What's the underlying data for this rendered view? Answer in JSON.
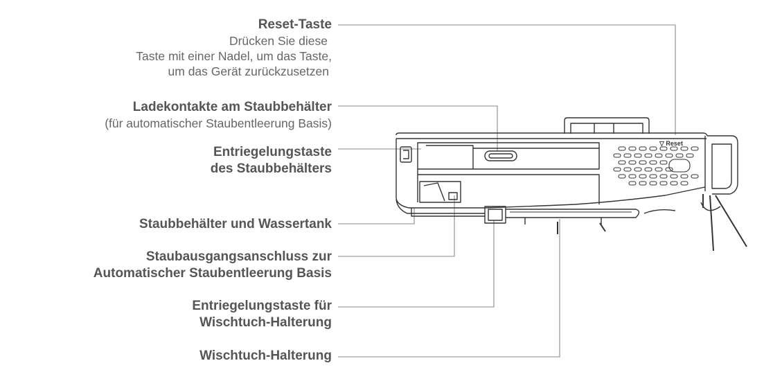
{
  "labels": [
    {
      "title": "Reset-Taste",
      "desc": [
        "Drücken Sie diese",
        "Taste mit einer Nadel, um das Taste,",
        "um das Gerät zurückzusetzen"
      ]
    },
    {
      "title": "Ladekontakte am Staubbehälter",
      "desc": [
        "(für automatischer Staubentleerung Basis)"
      ]
    },
    {
      "title_lines": [
        "Entriegelungstaste",
        "des Staubbehälters"
      ]
    },
    {
      "title": "Staubbehälter und Wassertank"
    },
    {
      "title_lines": [
        "Staubausgangsanschluss zur",
        "Automatischer Staubentleerung Basis"
      ]
    },
    {
      "title_lines": [
        "Entriegelungstaste für",
        "Wischtuch-Halterung"
      ]
    },
    {
      "title": "Wischtuch-Halterung"
    }
  ],
  "device": {
    "reset_marking": "▽ Reset"
  },
  "colors": {
    "text": "#555555",
    "line": "#8a8a8a",
    "drawing": "#333333"
  }
}
